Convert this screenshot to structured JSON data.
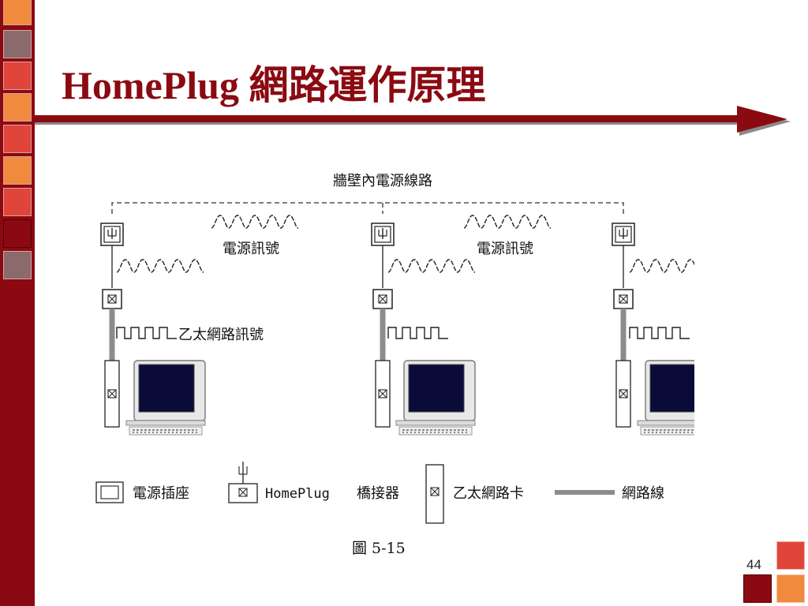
{
  "slide": {
    "title": "HomePlug 網路運作原理",
    "page_number": "44"
  },
  "diagram": {
    "wall_wiring_label": "牆壁內電源線路",
    "power_signal_label": "電源訊號",
    "ethernet_signal_label": "乙太網路訊號",
    "caption": "圖 5-15",
    "legend": {
      "outlet": "電源插座",
      "bridge_name": "HomePlug",
      "bridge": "橋接器",
      "ethernet_card": "乙太網路卡",
      "network_cable": "網路線"
    }
  },
  "colors": {
    "accent": "#8b0a12",
    "deco_red": "#e0453a",
    "deco_orange": "#f08a3e",
    "deco_gray": "#8a6a6a",
    "monitor_screen": "#0b0b3a",
    "cable_gray": "#8c8c8c"
  }
}
